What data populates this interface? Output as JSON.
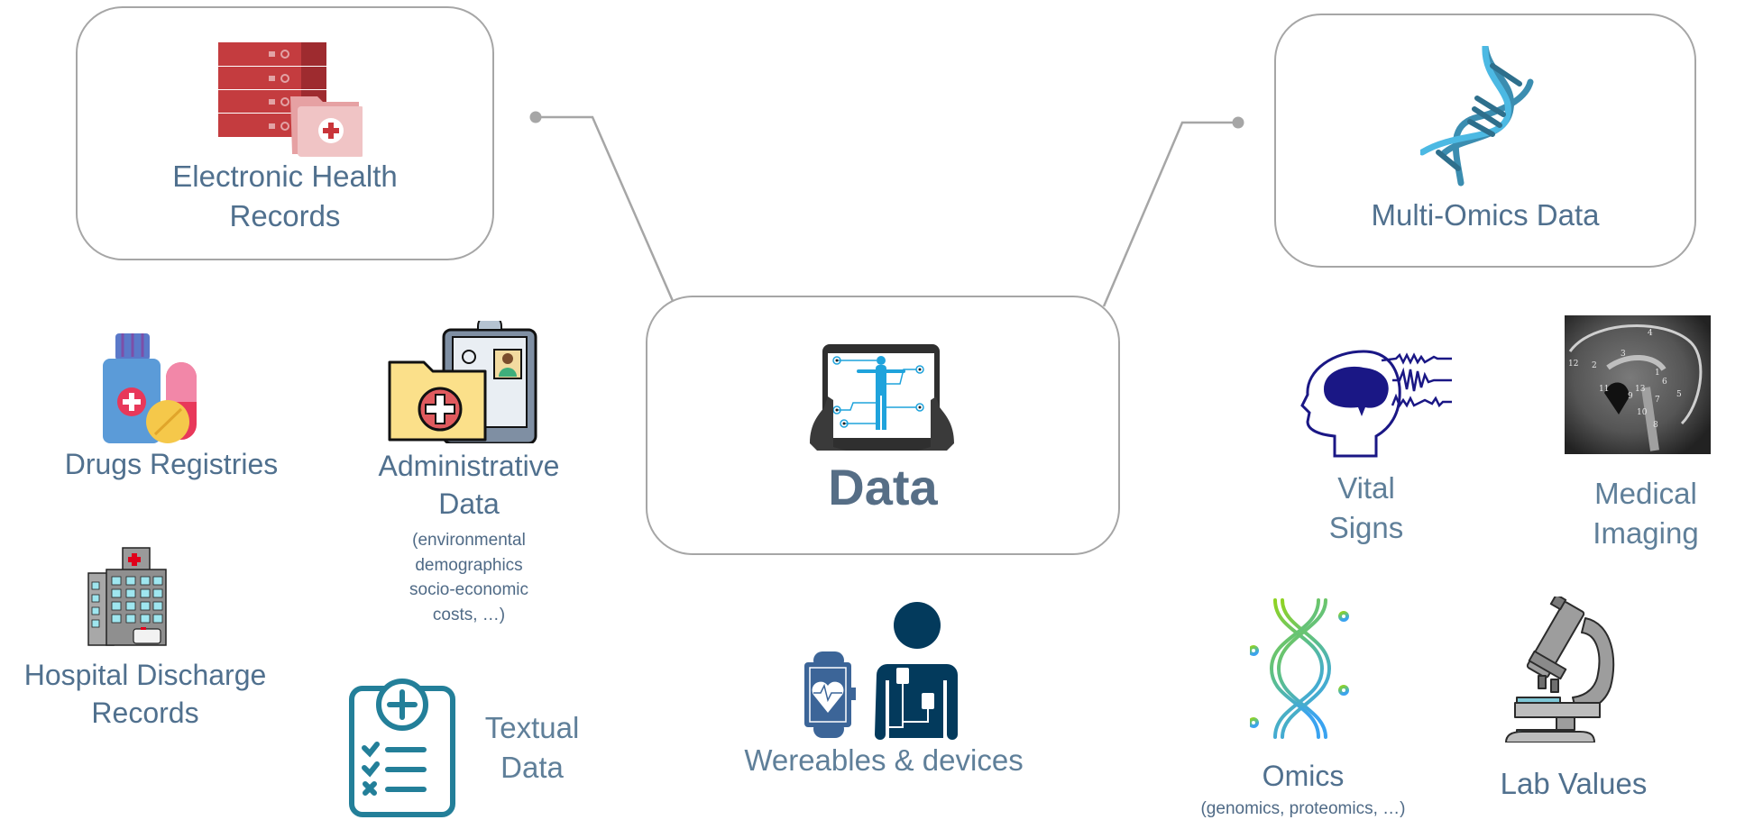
{
  "center": {
    "label": "Data",
    "icon": "tablet-body-scan-icon"
  },
  "boxes": {
    "ehr": {
      "label": "Electronic Health\nRecords",
      "icon": "server-medical-folder-icon"
    },
    "multi_omics": {
      "label": "Multi-Omics Data",
      "icon": "dna-icon"
    }
  },
  "items": {
    "drugs": {
      "label": "Drugs Registries",
      "icon": "medicine-bottle-pills-icon"
    },
    "administrative": {
      "label": "Administrative\nData",
      "sub": "(environmental\ndemographics\nsocio-economic\ncosts, …)",
      "icon": "folder-clipboard-icon"
    },
    "hospital": {
      "label": "Hospital Discharge\nRecords",
      "icon": "hospital-building-icon"
    },
    "textual": {
      "label": "Textual\nData",
      "icon": "clipboard-checklist-icon"
    },
    "wearables": {
      "label": "Wereables & devices",
      "icon": "smartwatch-monitor-icon"
    },
    "vital": {
      "label": "Vital\nSigns",
      "icon": "head-brainwave-icon"
    },
    "imaging": {
      "label": "Medical\nImaging",
      "icon": "brain-mri-icon"
    },
    "omics": {
      "label": "Omics",
      "sub": "(genomics, proteomics, …)",
      "icon": "dna-gradient-icon"
    },
    "lab": {
      "label": "Lab Values",
      "icon": "microscope-icon"
    }
  },
  "colors": {
    "text": "#50708e",
    "border": "#a6a6a6",
    "connector": "#a6a6a6",
    "accent_blue": "#1fa3dc",
    "navy": "#033a5c"
  }
}
